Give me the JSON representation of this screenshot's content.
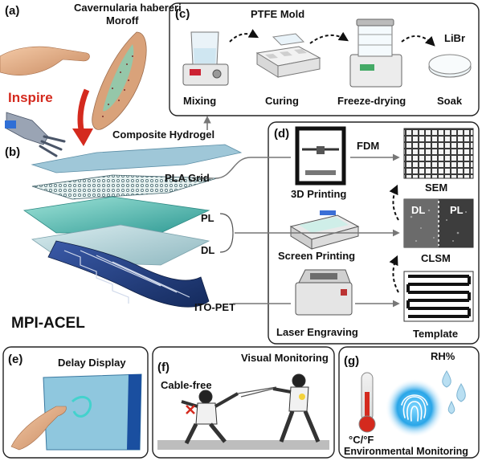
{
  "panel_a": {
    "tag": "(a)",
    "organism_line1": "Cavernularia habereri",
    "organism_line2": "Moroff",
    "inspire": "Inspire"
  },
  "panel_b": {
    "tag": "(b)",
    "composite_hydrogel": "Composite Hydrogel",
    "pla_grid": "PLA Grid",
    "pl": "PL",
    "dl": "DL",
    "ito_pet": "ITO-PET",
    "device_name": "MPI-ACEL"
  },
  "panel_c": {
    "tag": "(c)",
    "ptfe_mold": "PTFE Mold",
    "libr": "LiBr",
    "steps": [
      "Mixing",
      "Curing",
      "Freeze-drying",
      "Soak"
    ]
  },
  "panel_d": {
    "tag": "(d)",
    "fdm": "FDM",
    "printing_3d": "3D Printing",
    "screen_printing": "Screen Printing",
    "laser_engraving": "Laser Engraving",
    "sem": "SEM",
    "clsm": "CLSM",
    "clsm_dl": "DL",
    "clsm_pl": "PL",
    "template": "Template"
  },
  "panel_e": {
    "tag": "(e)",
    "title": "Delay Display"
  },
  "panel_f": {
    "tag": "(f)",
    "title": "Visual Monitoring",
    "cable_free": "Cable-free"
  },
  "panel_g": {
    "tag": "(g)",
    "rh": "RH%",
    "units": "°C/°F",
    "title": "Environmental Monitoring"
  },
  "colors": {
    "accent_red": "#d42a1e",
    "teal": "#4fbdb4",
    "navy": "#1f3a78",
    "panel_border": "#222222"
  }
}
